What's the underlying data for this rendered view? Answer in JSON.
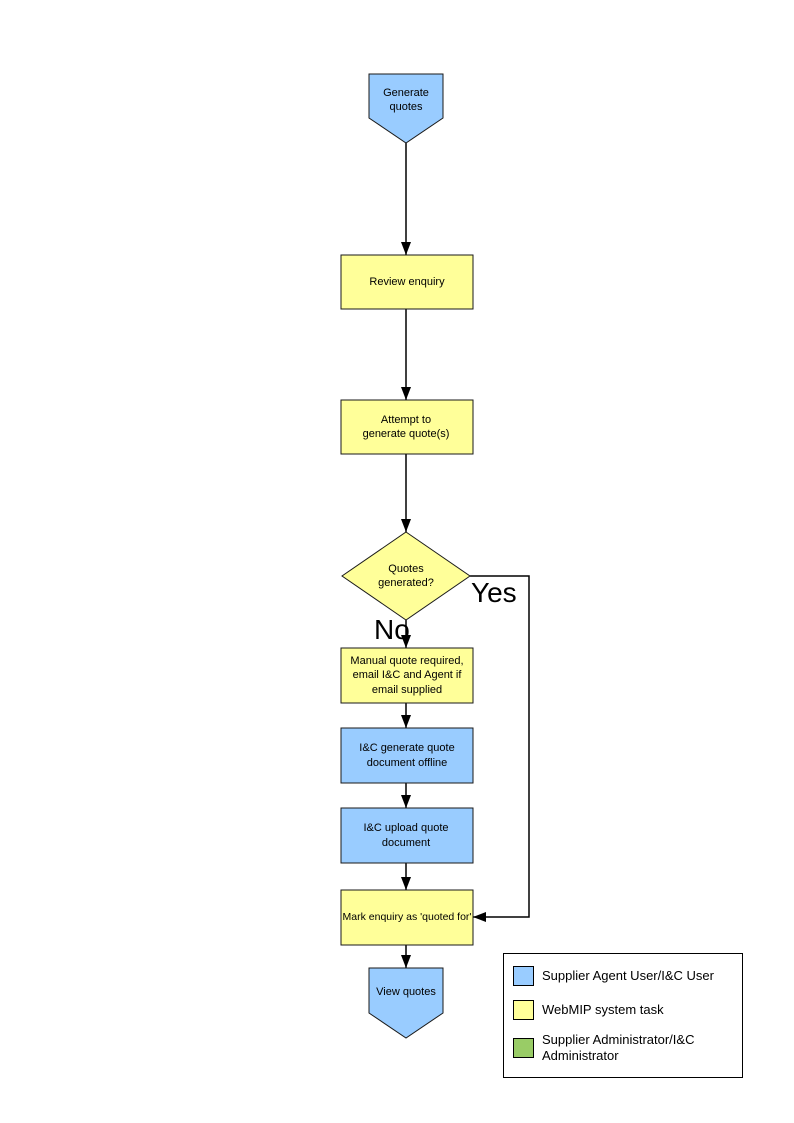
{
  "colors": {
    "user_task": "#99CCFF",
    "system_task": "#FFFF99",
    "admin_task": "#99CC66"
  },
  "flowchart": {
    "nodes": {
      "start": {
        "label": "Generate quotes",
        "type": "user_task"
      },
      "review": {
        "label": "Review enquiry",
        "type": "system_task"
      },
      "attempt": {
        "label": "Attempt to generate quote(s)",
        "type": "system_task"
      },
      "decision": {
        "label": "Quotes generated?",
        "type": "system_task"
      },
      "manual": {
        "label": "Manual quote required, email I&C and Agent if email supplied",
        "type": "system_task"
      },
      "generate_offline": {
        "label": "I&C generate quote document offline",
        "type": "user_task"
      },
      "upload": {
        "label": "I&C upload quote document",
        "type": "user_task"
      },
      "mark": {
        "label": "Mark enquiry as 'quoted for'",
        "type": "system_task"
      },
      "end": {
        "label": "View quotes",
        "type": "user_task"
      }
    },
    "edge_labels": {
      "yes": "Yes",
      "no": "No"
    }
  },
  "legend": {
    "items": [
      {
        "label": "Supplier Agent User/I&C User",
        "color": "#99CCFF"
      },
      {
        "label": "WebMIP system task",
        "color": "#FFFF99"
      },
      {
        "label": "Supplier Administrator/I&C Administrator",
        "color": "#99CC66"
      }
    ]
  }
}
